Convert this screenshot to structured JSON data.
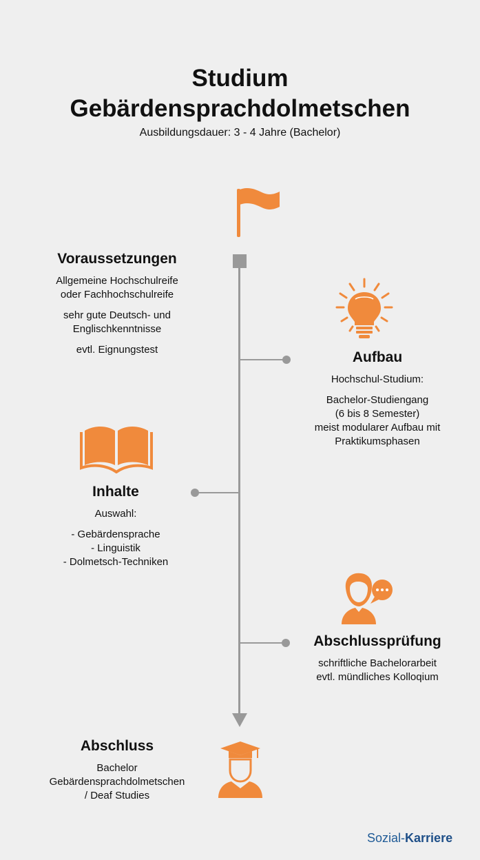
{
  "header": {
    "title_line1": "Studium",
    "title_line2": "Gebärdensprachdolmetschen",
    "subtitle": "Ausbildungsdauer: 3 - 4 Jahre (Bachelor)"
  },
  "colors": {
    "accent": "#f08a3c",
    "timeline": "#999999",
    "background": "#efefef",
    "logo": "#1e5a96"
  },
  "sections": {
    "voraussetzungen": {
      "heading": "Voraussetzungen",
      "icon": "flag-icon",
      "lines": [
        "Allgemeine Hochschulreife",
        "oder Fachhochschulreife",
        "sehr gute Deutsch- und",
        "Englischkenntnisse",
        "evtl. Eignungstest"
      ]
    },
    "aufbau": {
      "heading": "Aufbau",
      "icon": "lightbulb-icon",
      "lines": [
        "Hochschul-Studium:",
        "Bachelor-Studiengang",
        "(6 bis 8 Semester)",
        "meist modularer Aufbau mit",
        "Praktikumsphasen"
      ]
    },
    "inhalte": {
      "heading": "Inhalte",
      "icon": "book-icon",
      "lines": [
        "Auswahl:",
        "- Gebärdensprache",
        "- Linguistik",
        "- Dolmetsch-Techniken"
      ]
    },
    "abschlusspruefung": {
      "heading": "Abschlussprüfung",
      "icon": "person-speech-icon",
      "lines": [
        "schriftliche Bachelorarbeit",
        "evtl. mündliches Kolloqium"
      ]
    },
    "abschluss": {
      "heading": "Abschluss",
      "icon": "graduate-icon",
      "lines": [
        "Bachelor",
        "Gebärdensprachdolmetschen",
        "/ Deaf Studies"
      ]
    }
  },
  "logo": {
    "part1": "Sozial-",
    "part2": "Karriere"
  }
}
